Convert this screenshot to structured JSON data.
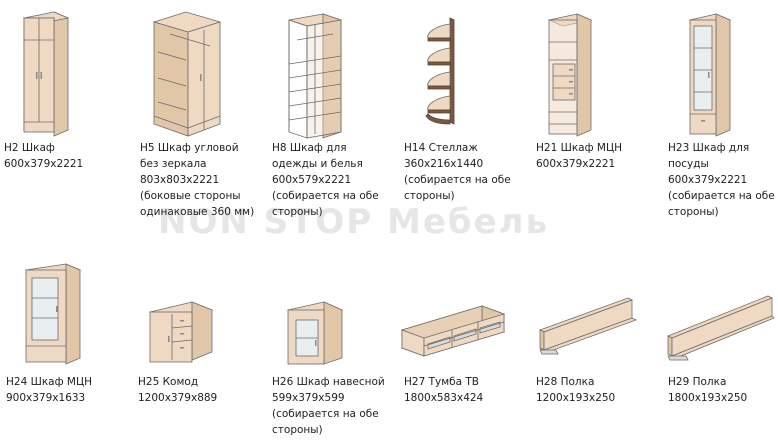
{
  "watermark": "NON STOP Мебель",
  "items": [
    {
      "id": "h2",
      "lines": [
        "Н2 Шкаф",
        "600x379x2221"
      ]
    },
    {
      "id": "h5",
      "lines": [
        "Н5 Шкаф угловой",
        "без зеркала",
        "803x803x2221",
        "(боковые стороны",
        "одинаковые 360 мм)"
      ]
    },
    {
      "id": "h8",
      "lines": [
        "Н8 Шкаф для",
        "одежды и белья",
        "600x579x2221",
        "(собирается на обе",
        "стороны)"
      ]
    },
    {
      "id": "h14",
      "lines": [
        "Н14 Стеллаж",
        "360x216x1440",
        "(собирается на обе",
        "стороны)"
      ]
    },
    {
      "id": "h21",
      "lines": [
        "Н21 Шкаф МЦН",
        "600x379x2221"
      ]
    },
    {
      "id": "h23",
      "lines": [
        "Н23 Шкаф для",
        "посуды",
        "600x379x2221",
        "(собирается на обе",
        "стороны)"
      ]
    },
    {
      "id": "h24",
      "lines": [
        "Н24 Шкаф МЦН",
        "900x379x1633"
      ]
    },
    {
      "id": "h25",
      "lines": [
        "Н25 Комод",
        "1200x379x889"
      ]
    },
    {
      "id": "h26",
      "lines": [
        "Н26 Шкаф навесной",
        "599x379x599",
        "(собирается на обе",
        "стороны)"
      ]
    },
    {
      "id": "h27",
      "lines": [
        "Н27 Тумба ТВ",
        "1800x583x424"
      ]
    },
    {
      "id": "h28",
      "lines": [
        "Н28 Полка",
        "1200x193x250"
      ]
    },
    {
      "id": "h29",
      "lines": [
        "Н29 Полка",
        "1800x193x250"
      ]
    }
  ]
}
